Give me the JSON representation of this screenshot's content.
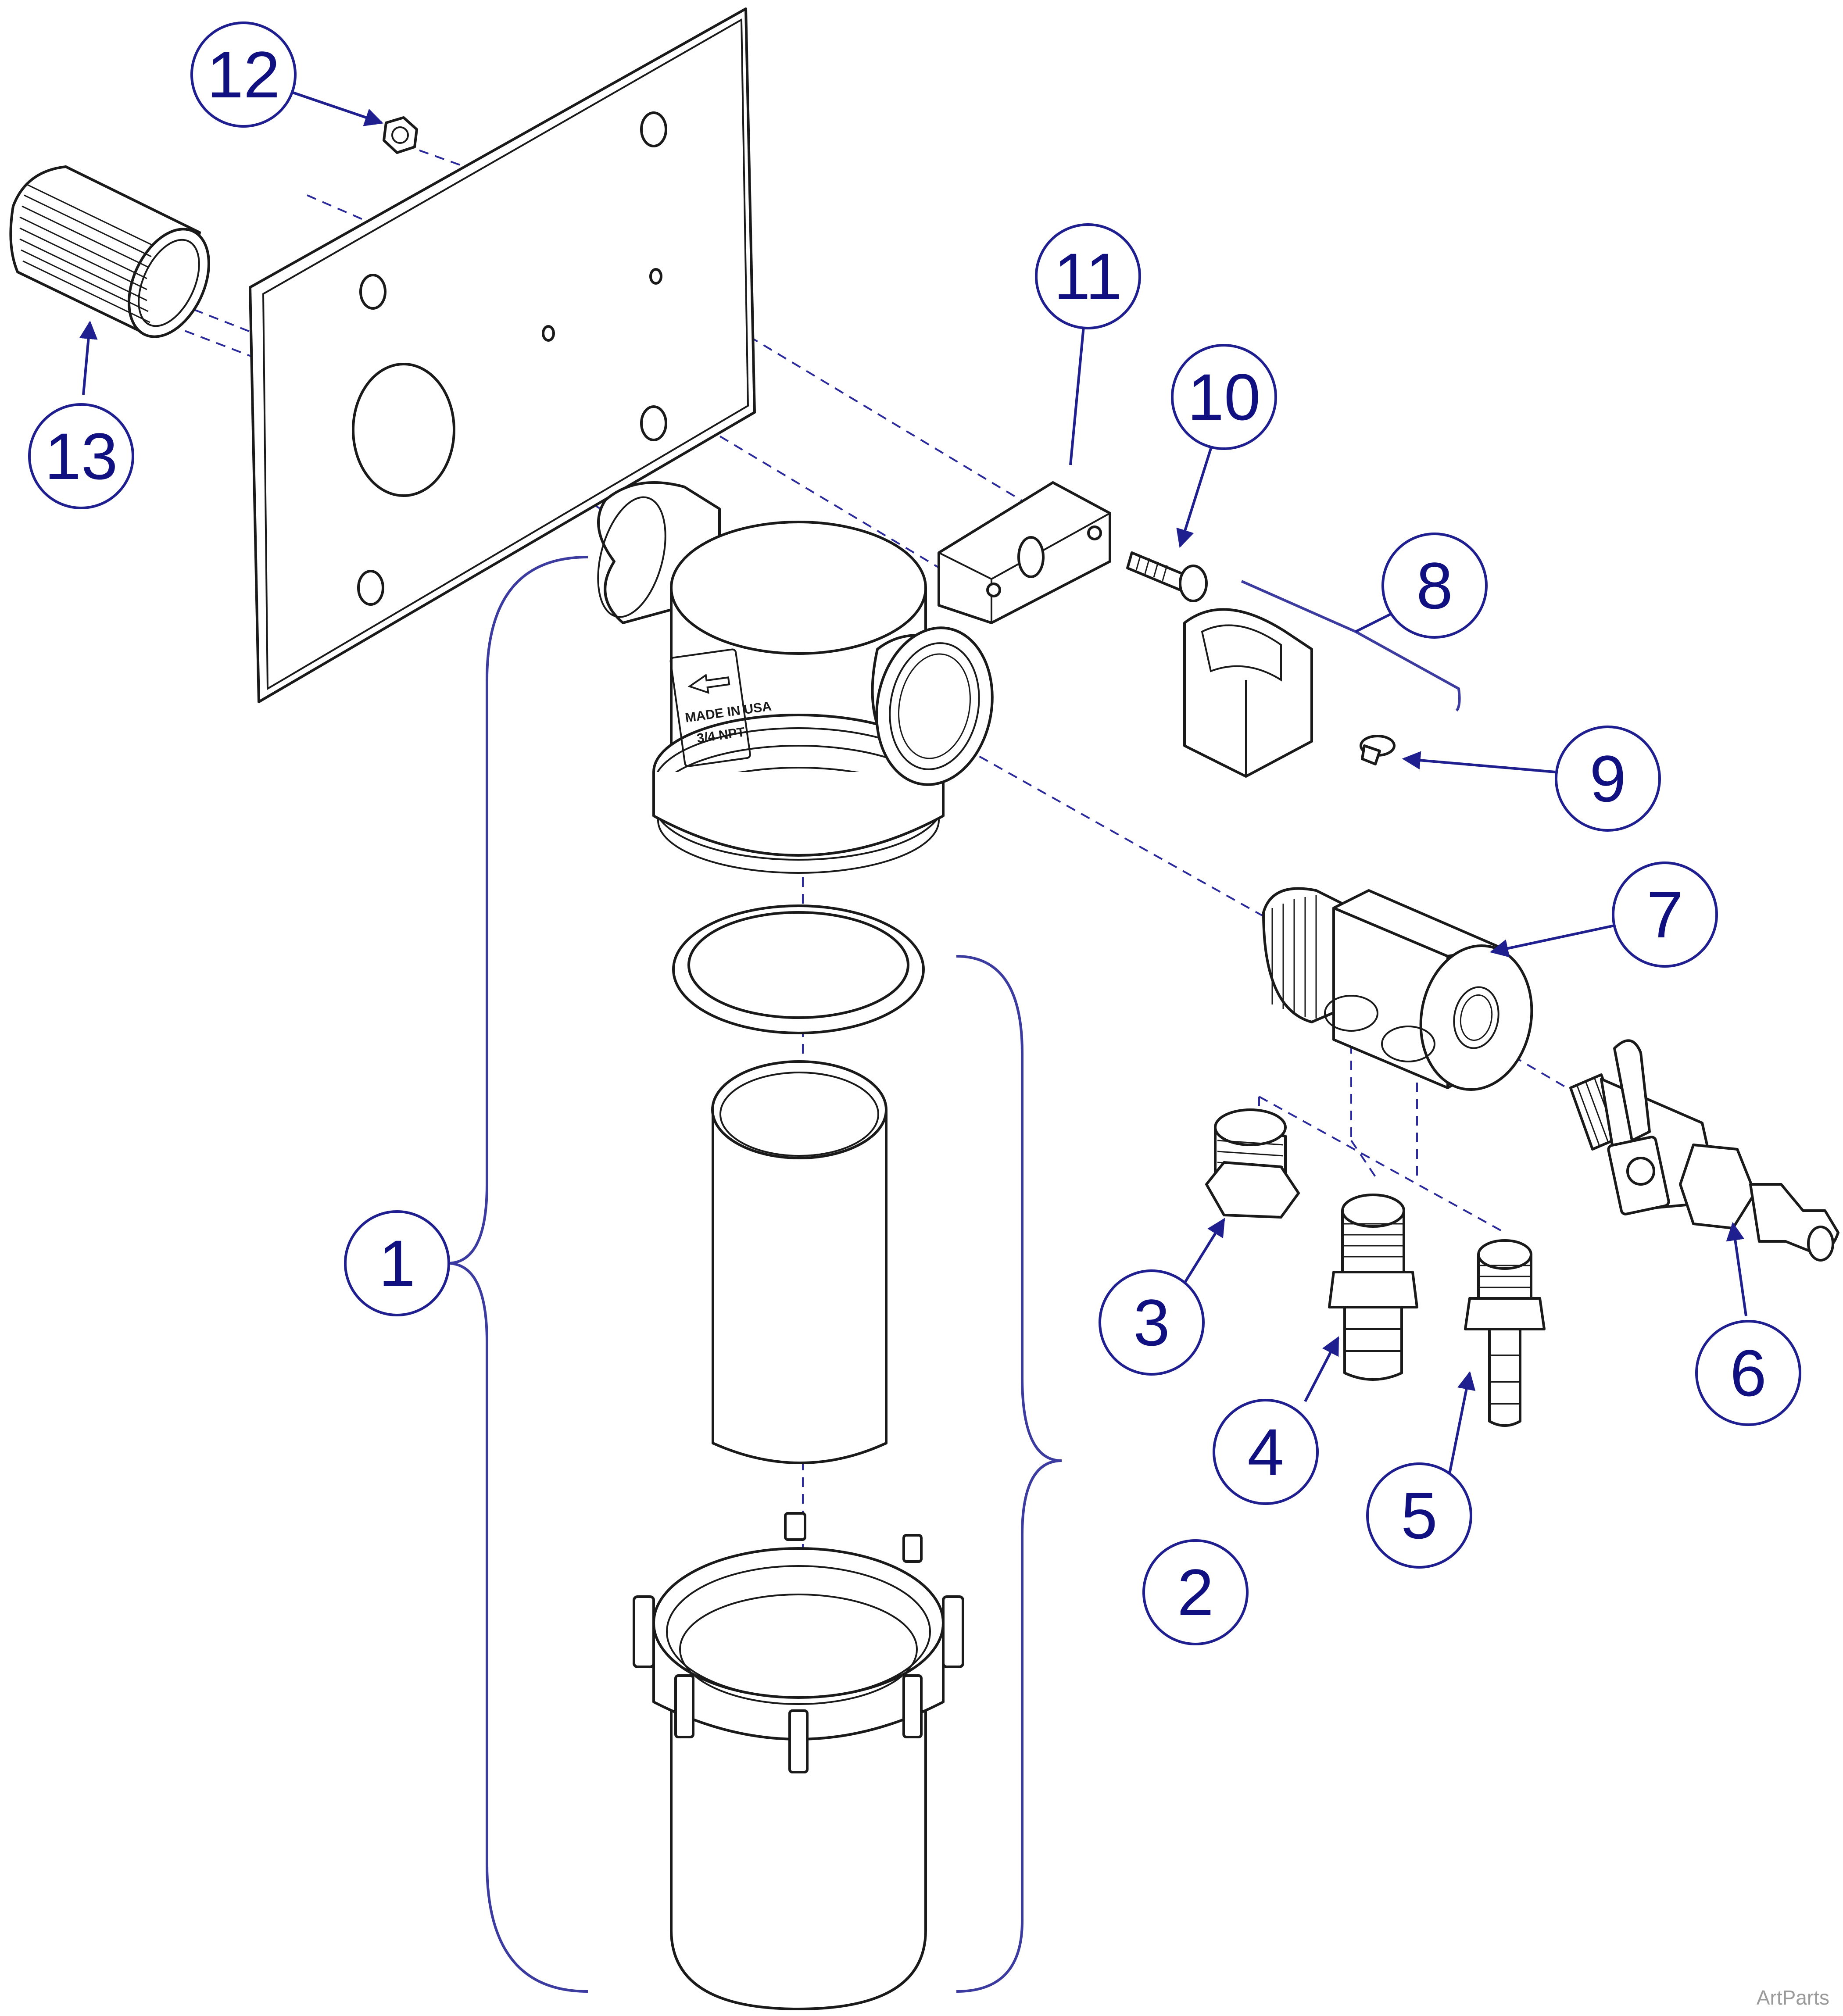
{
  "diagram": {
    "colors": {
      "callout": "#1f1f8f",
      "callout_text": "#101080",
      "line": "#1a1a1a",
      "watermark": "#9a9a9a"
    },
    "callouts": [
      {
        "id": "c1",
        "label": "1"
      },
      {
        "id": "c2",
        "label": "2"
      },
      {
        "id": "c3",
        "label": "3"
      },
      {
        "id": "c4",
        "label": "4"
      },
      {
        "id": "c5",
        "label": "5"
      },
      {
        "id": "c6",
        "label": "6"
      },
      {
        "id": "c7",
        "label": "7"
      },
      {
        "id": "c8",
        "label": "8"
      },
      {
        "id": "c9",
        "label": "9"
      },
      {
        "id": "c10",
        "label": "10"
      },
      {
        "id": "c11",
        "label": "11"
      },
      {
        "id": "c12",
        "label": "12"
      },
      {
        "id": "c13",
        "label": "13"
      }
    ],
    "housing_label": {
      "line1": "MADE IN USA",
      "line2": "3/4 NPT",
      "arrow_icon": "left-arrow-icon"
    },
    "watermark": "ArtParts"
  }
}
